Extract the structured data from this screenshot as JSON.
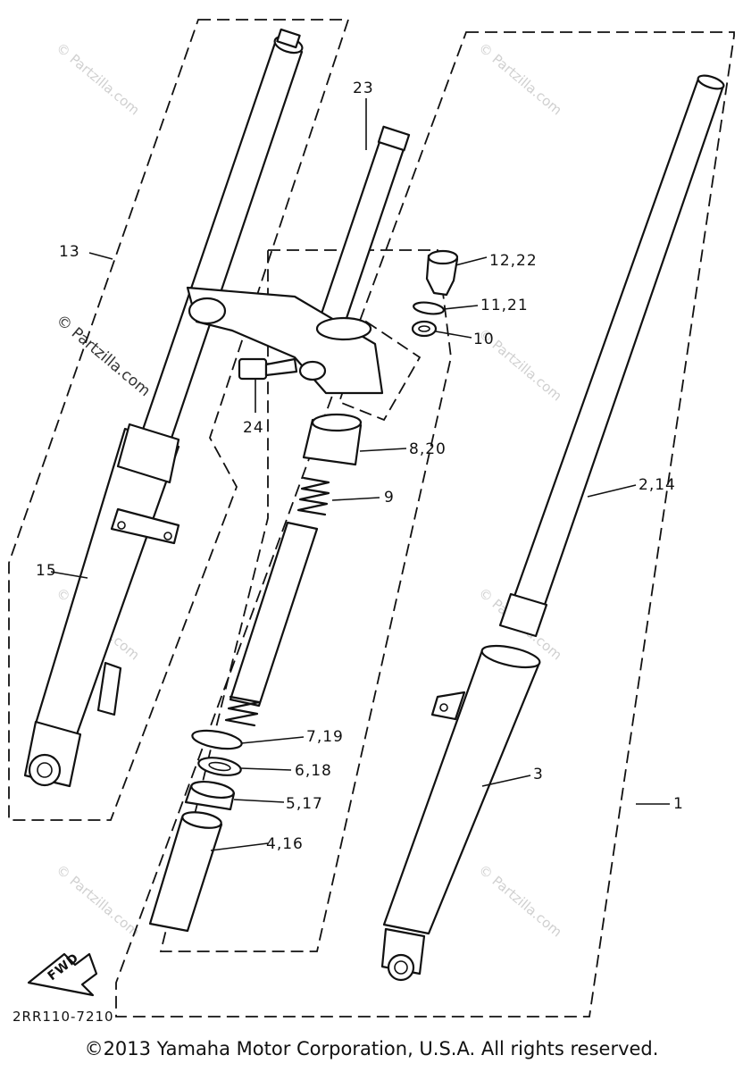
{
  "labels": {
    "p1": "1",
    "p2_14": "2,14",
    "p3": "3",
    "p4_16": "4,16",
    "p5_17": "5,17",
    "p6_18": "6,18",
    "p7_19": "7,19",
    "p8_20": "8,20",
    "p9": "9",
    "p10": "10",
    "p11_21": "11,21",
    "p12_22": "12,22",
    "p13": "13",
    "p15": "15",
    "p23": "23",
    "p24": "24"
  },
  "fwd_label": "FWD",
  "diagram_code": "2RR110-7210",
  "watermark": "© Partzilla.com",
  "copyright": "©2013  Yamaha Motor Corporation, U.S.A. All rights reserved."
}
